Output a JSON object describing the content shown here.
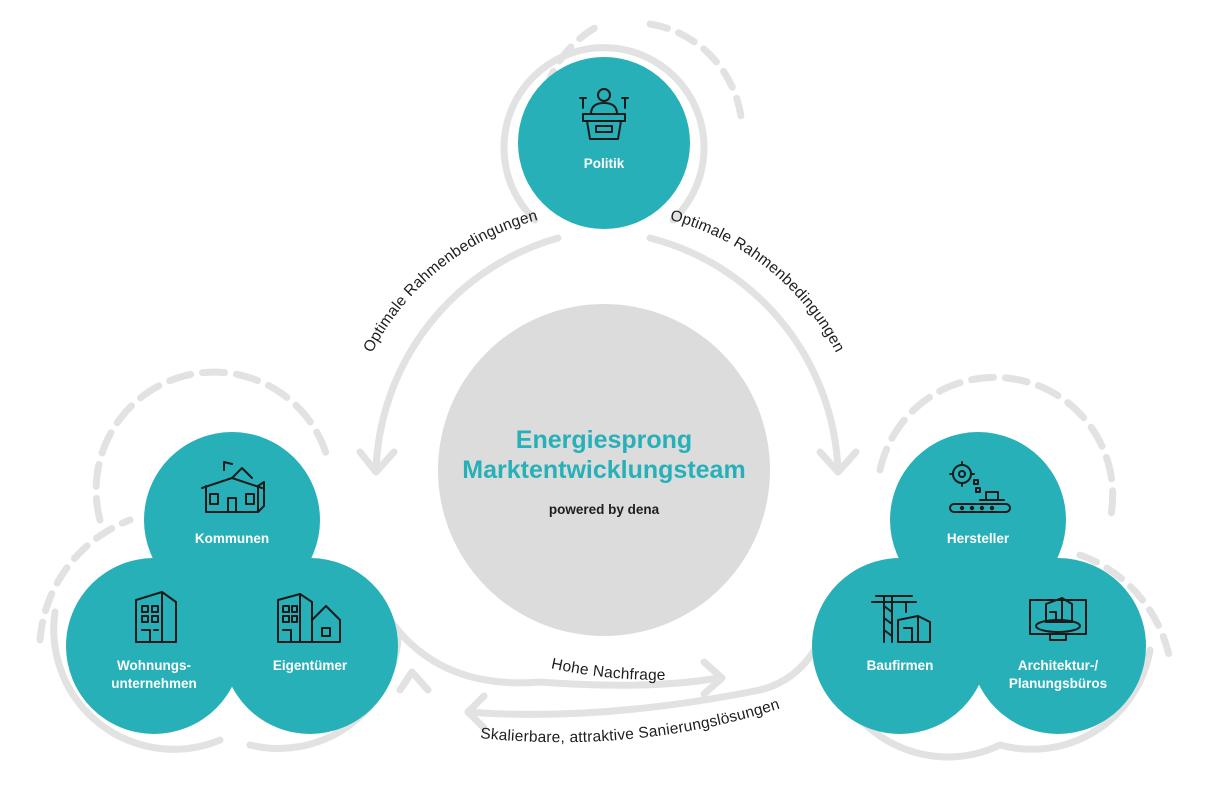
{
  "colors": {
    "teal": "#27b0b8",
    "gray": "#dcdcdc",
    "ring": "#e2e2e2",
    "text": "#1e1e1e",
    "icon": "#1b1b1b"
  },
  "center": {
    "title_line1": "Energiesprong",
    "title_line2": "Marktentwicklungsteam",
    "subtitle": "powered by dena"
  },
  "nodes": {
    "politik": {
      "label": "Politik",
      "icon": "podium-icon"
    },
    "kommunen": {
      "label": "Kommunen",
      "icon": "town-hall-icon"
    },
    "wohnungsunternehmen": {
      "label_line1": "Wohnungs-",
      "label_line2": "unternehmen",
      "icon": "apartment-building-icon"
    },
    "eigentuemer": {
      "label": "Eigentümer",
      "icon": "houses-icon"
    },
    "hersteller": {
      "label": "Hersteller",
      "icon": "factory-gear-icon"
    },
    "baufirmen": {
      "label": "Baufirmen",
      "icon": "crane-icon"
    },
    "architektur": {
      "label_line1": "Architektur-/",
      "label_line2": "Planungsbüros",
      "icon": "monitor-model-icon"
    }
  },
  "flows": {
    "left_top": "Optimale Rahmenbedingungen",
    "right_top": "Optimale Rahmenbedingungen",
    "bottom_upper": "Hohe Nachfrage",
    "bottom_lower": "Skalierbare, attraktive Sanierungslösungen"
  }
}
